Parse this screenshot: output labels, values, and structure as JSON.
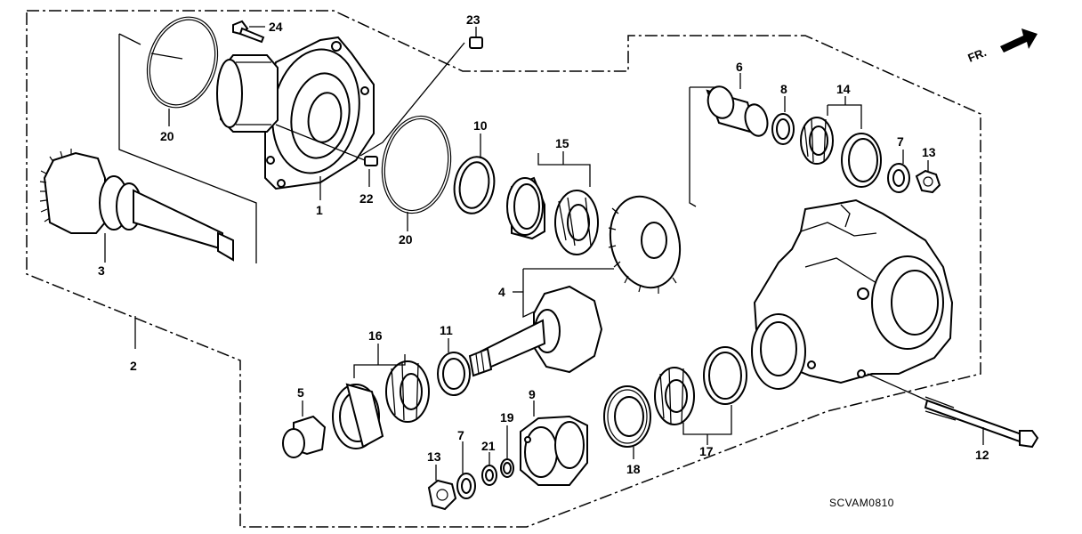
{
  "diagram": {
    "callouts": [
      "1",
      "2",
      "3",
      "4",
      "5",
      "6",
      "7",
      "8",
      "9",
      "10",
      "11",
      "12",
      "13",
      "14",
      "15",
      "16",
      "17",
      "18",
      "19",
      "20",
      "20",
      "21",
      "22",
      "23",
      "24",
      "7",
      "13"
    ],
    "direction_label": "FR.",
    "code": "SCVAM0810"
  }
}
